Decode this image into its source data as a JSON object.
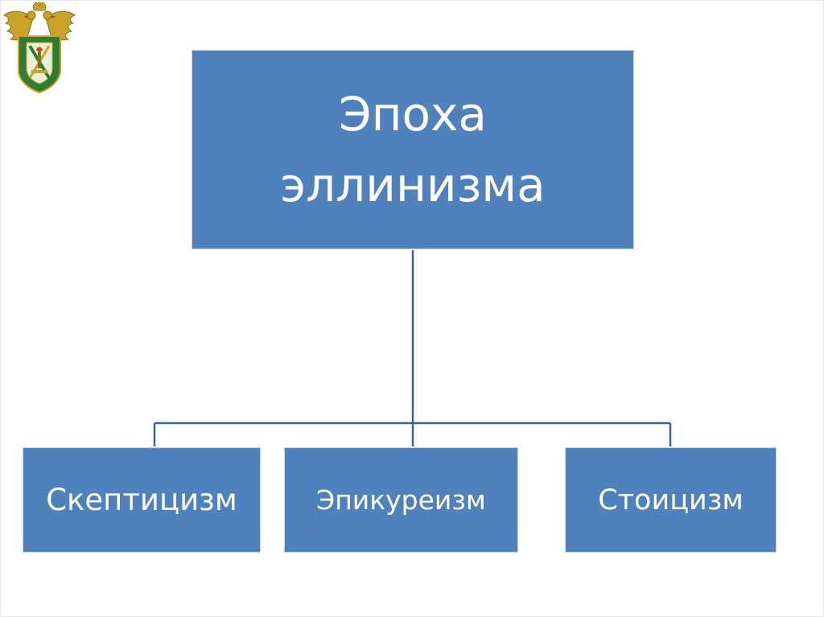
{
  "diagram": {
    "root": {
      "label": "Эпоха эллинизма"
    },
    "children": [
      {
        "label": "Скептицизм"
      },
      {
        "label": "Эпикуреизм"
      },
      {
        "label": "Стоицизм"
      }
    ]
  },
  "colors": {
    "node_fill": "#4f81bd",
    "node_text": "#ffffff",
    "connector": "#3f6290",
    "emblem_green": "#2e7d32",
    "emblem_gold": "#c9a227"
  },
  "icons": {
    "emblem": "double-headed-eagle-emblem-icon"
  }
}
